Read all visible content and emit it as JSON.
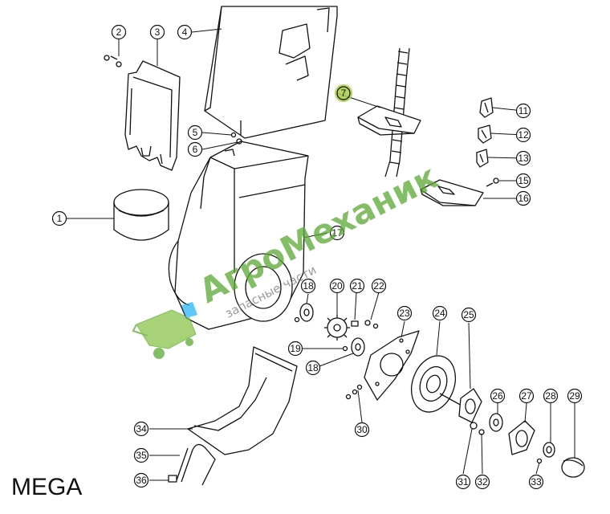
{
  "model_label": "MEGA",
  "watermark": {
    "brand_main": "АгроМеханик",
    "brand_sub": "запасные части",
    "color": "#5aa832"
  },
  "highlight_color": "#a8cc44",
  "callouts": [
    {
      "id": "1",
      "label": "1"
    },
    {
      "id": "2",
      "label": "2"
    },
    {
      "id": "3",
      "label": "3"
    },
    {
      "id": "4",
      "label": "4"
    },
    {
      "id": "5",
      "label": "5"
    },
    {
      "id": "6",
      "label": "6"
    },
    {
      "id": "7",
      "label": "7",
      "highlighted": true
    },
    {
      "id": "11",
      "label": "11"
    },
    {
      "id": "12",
      "label": "12"
    },
    {
      "id": "13",
      "label": "13"
    },
    {
      "id": "15",
      "label": "15"
    },
    {
      "id": "16",
      "label": "16"
    },
    {
      "id": "17",
      "label": "17"
    },
    {
      "id": "18a",
      "label": "18"
    },
    {
      "id": "18b",
      "label": "18"
    },
    {
      "id": "19",
      "label": "19"
    },
    {
      "id": "20",
      "label": "20"
    },
    {
      "id": "21",
      "label": "21"
    },
    {
      "id": "22",
      "label": "22"
    },
    {
      "id": "23",
      "label": "23"
    },
    {
      "id": "24",
      "label": "24"
    },
    {
      "id": "25",
      "label": "25"
    },
    {
      "id": "26",
      "label": "26"
    },
    {
      "id": "27",
      "label": "27"
    },
    {
      "id": "28",
      "label": "28"
    },
    {
      "id": "29",
      "label": "29"
    },
    {
      "id": "30",
      "label": "30"
    },
    {
      "id": "31",
      "label": "31"
    },
    {
      "id": "32",
      "label": "32"
    },
    {
      "id": "33",
      "label": "33"
    },
    {
      "id": "34",
      "label": "34"
    },
    {
      "id": "35",
      "label": "35"
    },
    {
      "id": "36",
      "label": "36"
    }
  ]
}
